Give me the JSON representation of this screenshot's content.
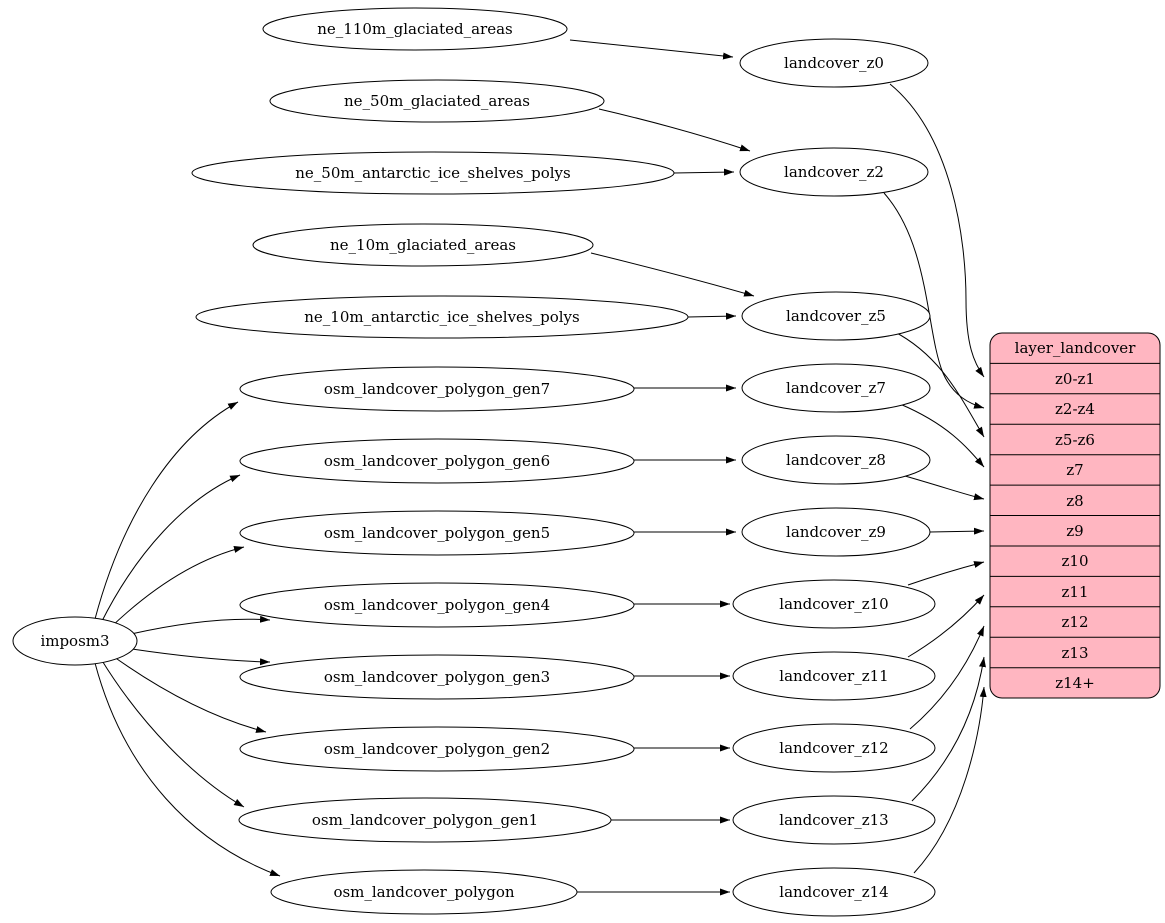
{
  "diagram": {
    "colors": {
      "background": "#ffffff",
      "node_fill": "#ffffff",
      "stroke": "#000000",
      "table_fill": "#ffb6c1"
    },
    "nodes": {
      "imposm3": "imposm3",
      "ne_110m_glaciated_areas": "ne_110m_glaciated_areas",
      "ne_50m_glaciated_areas": "ne_50m_glaciated_areas",
      "ne_50m_antarctic_ice_shelves_polys": "ne_50m_antarctic_ice_shelves_polys",
      "ne_10m_glaciated_areas": "ne_10m_glaciated_areas",
      "ne_10m_antarctic_ice_shelves_polys": "ne_10m_antarctic_ice_shelves_polys",
      "osm_landcover_polygon_gen7": "osm_landcover_polygon_gen7",
      "osm_landcover_polygon_gen6": "osm_landcover_polygon_gen6",
      "osm_landcover_polygon_gen5": "osm_landcover_polygon_gen5",
      "osm_landcover_polygon_gen4": "osm_landcover_polygon_gen4",
      "osm_landcover_polygon_gen3": "osm_landcover_polygon_gen3",
      "osm_landcover_polygon_gen2": "osm_landcover_polygon_gen2",
      "osm_landcover_polygon_gen1": "osm_landcover_polygon_gen1",
      "osm_landcover_polygon": "osm_landcover_polygon",
      "landcover_z0": "landcover_z0",
      "landcover_z2": "landcover_z2",
      "landcover_z5": "landcover_z5",
      "landcover_z7": "landcover_z7",
      "landcover_z8": "landcover_z8",
      "landcover_z9": "landcover_z9",
      "landcover_z10": "landcover_z10",
      "landcover_z11": "landcover_z11",
      "landcover_z12": "landcover_z12",
      "landcover_z13": "landcover_z13",
      "landcover_z14": "landcover_z14"
    },
    "table": {
      "title": "layer_landcover",
      "rows": [
        "z0-z1",
        "z2-z4",
        "z5-z6",
        "z7",
        "z8",
        "z9",
        "z10",
        "z11",
        "z12",
        "z13",
        "z14+"
      ]
    },
    "edges": [
      [
        "ne_110m_glaciated_areas",
        "landcover_z0"
      ],
      [
        "ne_50m_glaciated_areas",
        "landcover_z2"
      ],
      [
        "ne_50m_antarctic_ice_shelves_polys",
        "landcover_z2"
      ],
      [
        "ne_10m_glaciated_areas",
        "landcover_z5"
      ],
      [
        "ne_10m_antarctic_ice_shelves_polys",
        "landcover_z5"
      ],
      [
        "imposm3",
        "osm_landcover_polygon_gen7"
      ],
      [
        "imposm3",
        "osm_landcover_polygon_gen6"
      ],
      [
        "imposm3",
        "osm_landcover_polygon_gen5"
      ],
      [
        "imposm3",
        "osm_landcover_polygon_gen4"
      ],
      [
        "imposm3",
        "osm_landcover_polygon_gen3"
      ],
      [
        "imposm3",
        "osm_landcover_polygon_gen2"
      ],
      [
        "imposm3",
        "osm_landcover_polygon_gen1"
      ],
      [
        "imposm3",
        "osm_landcover_polygon"
      ],
      [
        "osm_landcover_polygon_gen7",
        "landcover_z7"
      ],
      [
        "osm_landcover_polygon_gen6",
        "landcover_z8"
      ],
      [
        "osm_landcover_polygon_gen5",
        "landcover_z9"
      ],
      [
        "osm_landcover_polygon_gen4",
        "landcover_z10"
      ],
      [
        "osm_landcover_polygon_gen3",
        "landcover_z11"
      ],
      [
        "osm_landcover_polygon_gen2",
        "landcover_z12"
      ],
      [
        "osm_landcover_polygon_gen1",
        "landcover_z13"
      ],
      [
        "osm_landcover_polygon",
        "landcover_z14"
      ],
      [
        "landcover_z0",
        "layer_landcover:z0-z1"
      ],
      [
        "landcover_z2",
        "layer_landcover:z2-z4"
      ],
      [
        "landcover_z5",
        "layer_landcover:z5-z6"
      ],
      [
        "landcover_z7",
        "layer_landcover:z7"
      ],
      [
        "landcover_z8",
        "layer_landcover:z8"
      ],
      [
        "landcover_z9",
        "layer_landcover:z9"
      ],
      [
        "landcover_z10",
        "layer_landcover:z10"
      ],
      [
        "landcover_z11",
        "layer_landcover:z11"
      ],
      [
        "landcover_z12",
        "layer_landcover:z12"
      ],
      [
        "landcover_z13",
        "layer_landcover:z13"
      ],
      [
        "landcover_z14",
        "layer_landcover:z14+"
      ]
    ]
  }
}
